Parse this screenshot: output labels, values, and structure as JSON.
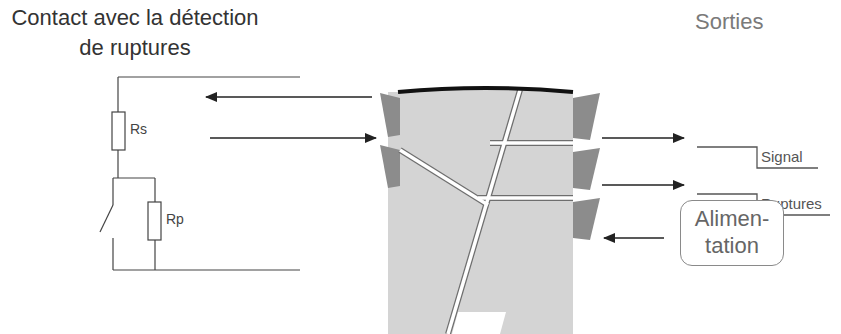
{
  "diagram": {
    "nodes": [
      {
        "text": [
          "Alimen- tation"
        ]
      }
    ],
    "labels": [
      "Contact avec la détection de ruptures",
      "Rs",
      "Rp",
      "Sorties",
      "Signal",
      "Ruptures"
    ]
  }
}
